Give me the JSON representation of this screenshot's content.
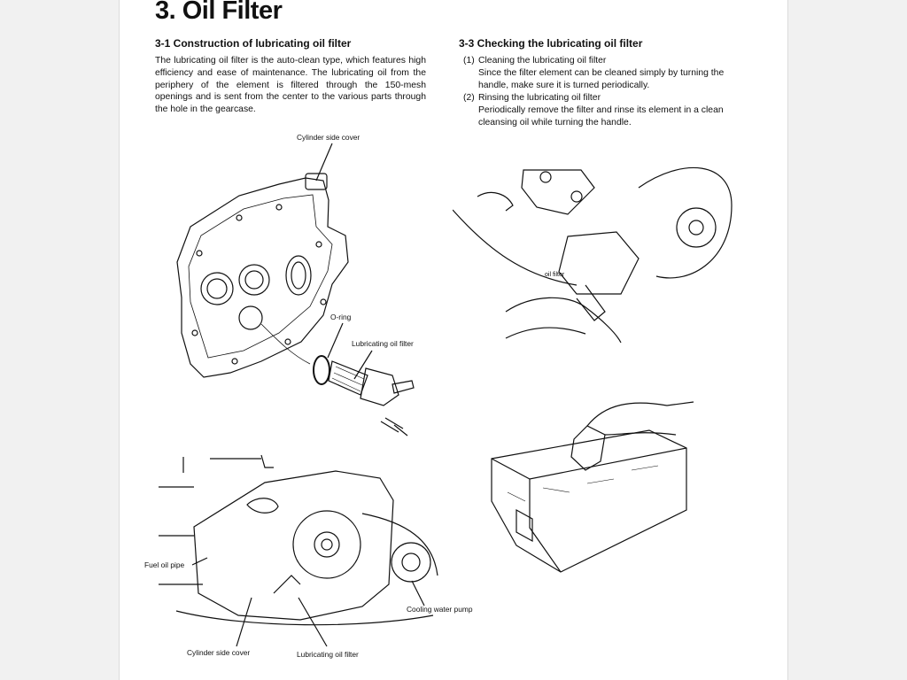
{
  "page": {
    "title": "3. Oil Filter"
  },
  "section1": {
    "heading": "3-1 Construction of lubricating oil filter",
    "body": "The lubricating oil filter is the auto-clean type, which features high efficiency and ease of maintenance. The lubricating oil from the periphery of the element is filtered through the 150-mesh openings and is sent from the center to the various parts through the hole in the gearcase."
  },
  "section3": {
    "heading": "3-3 Checking the lubricating oil filter",
    "items": [
      {
        "num": "(1)",
        "title": "Cleaning the lubricating oil filter",
        "body": "Since the filter element can be cleaned simply by turning the handle, make sure it is turned periodically."
      },
      {
        "num": "(2)",
        "title": "Rinsing the lubricating oil filter",
        "body": "Periodically remove the filter and rinse its element in a clean cleansing oil while turning the handle."
      }
    ]
  },
  "figure1": {
    "labels": {
      "cylinder_side_cover": "Cylinder side cover",
      "o_ring": "O-ring",
      "lubricating_oil_filter": "Lubricating oil filter"
    }
  },
  "figure2": {
    "labels": {
      "fuel_oil_pipe": "Fuel oil pipe",
      "cooling_water_pump": "Cooling water pump",
      "cylinder_side_cover": "Cylinder side cover",
      "lubricating_oil_filter": "Lubricating oil filter"
    }
  },
  "figure3": {
    "stamp_text": "oil filter"
  }
}
